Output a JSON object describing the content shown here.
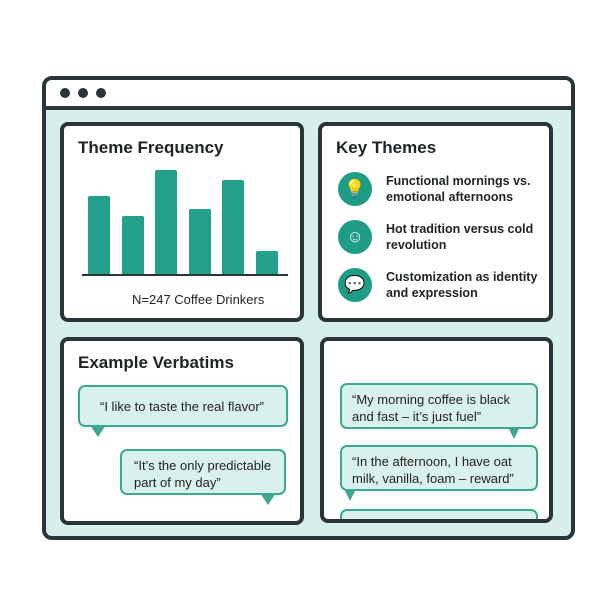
{
  "window": {
    "controls": [
      "close",
      "minimize",
      "maximize"
    ]
  },
  "theme_frequency": {
    "title": "Theme Frequency",
    "caption": "N=247 Coffee Drinkers",
    "bar_color": "#22a08a"
  },
  "chart_data": {
    "type": "bar",
    "title": "Theme Frequency",
    "categories": [],
    "values": [
      78,
      58,
      104,
      65,
      94,
      23
    ],
    "note": "N=247 Coffee Drinkers",
    "grid": false
  },
  "key_themes": {
    "title": "Key Themes",
    "items": [
      {
        "icon": "lightbulb-icon",
        "glyph": "💡",
        "label": "Functional mornings vs. emotional afternoons"
      },
      {
        "icon": "head-idea-icon",
        "glyph": "☺",
        "label": "Hot tradition versus cold revolution"
      },
      {
        "icon": "speech-bubbles-icon",
        "glyph": "💬",
        "label": "Customization as identity and expression"
      }
    ]
  },
  "verbatims": {
    "title": "Example Verbatims",
    "quotes": [
      "“I like to taste the real flavor”",
      "“It’s the only predictable part of my day”"
    ]
  },
  "more_verbatims": {
    "quotes": [
      "“My morning coffee is black and fast – it’s just fuel”",
      "“In the afternoon, I have oat milk, vanilla, foam – reward”"
    ]
  },
  "colors": {
    "accent": "#22a08a",
    "frame": "#2a3439",
    "background": "#d6efea",
    "bubble": "#d9f1ec"
  }
}
